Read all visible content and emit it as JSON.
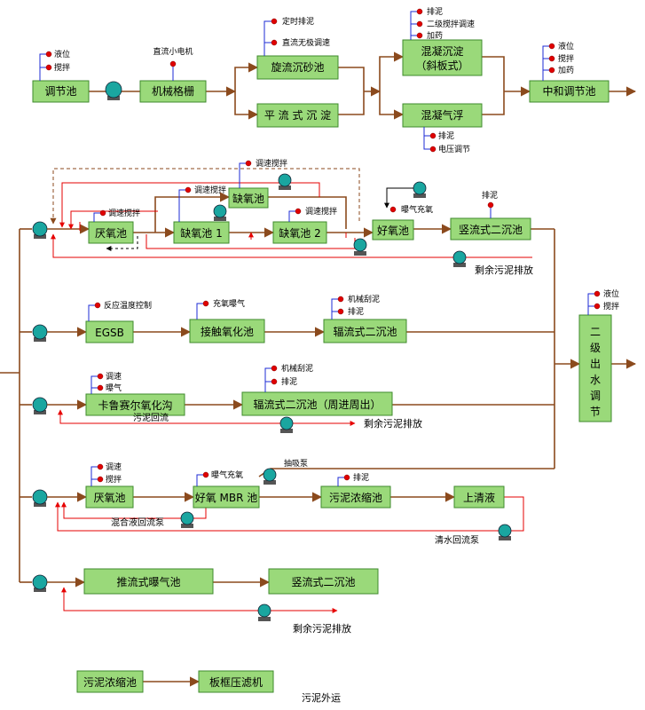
{
  "process": {
    "tiaojiechi": "调节池",
    "jixiegeshan": "机械格栅",
    "xuanliu": "旋流沉砂池",
    "pingliu": "平 流 式 沉 淀",
    "hunning_chendian_1": "混凝沉淀",
    "hunning_chendian_2": "（斜板式）",
    "hunning_qifu": "混凝气浮",
    "zhonghe": "中和调节池",
    "yanyang_1": "厌氧池",
    "queyang_1": "缺氧池 1",
    "queyang_top": "缺氧池",
    "queyang_2": "缺氧池 2",
    "haoyang_1": "好氧池",
    "shuliu_1": "竖流式二沉池",
    "egsb": "EGSB",
    "jiechu": "接触氧化池",
    "fuliu_1": "辐流式二沉池",
    "kalusai": "卡鲁赛尔氧化沟",
    "fuliu_2": "辐流式二沉池（周进周出）",
    "yanyang_2": "厌氧池",
    "mbr": "好氧 MBR 池",
    "wuni_nongsuo_1": "污泥浓缩池",
    "shangqingye": "上清液",
    "erji_1": "二",
    "erji_2": "级",
    "erji_3": "出",
    "erji_4": "水",
    "erji_5": "调",
    "erji_6": "节",
    "tuiliu": "推流式曝气池",
    "shuliu_2": "竖流式二沉池",
    "wuni_nongsuo_2": "污泥浓缩池",
    "banguang": "板框压滤机"
  },
  "labels": {
    "yewei_1": "液位",
    "jiaoban_1": "搅拌",
    "zhiliu_dianji": "直流小电机",
    "dingshi_paini": "定时排泥",
    "zhiliu_wuji": "直流无极调速",
    "paini_1": "排泥",
    "erji_jiaoban": "二级搅拌调速",
    "jiayao_1": "加药",
    "paini_2": "排泥",
    "dianya": "电压调节",
    "yewei_2": "液位",
    "jiaoban_2": "搅拌",
    "jiayao_2": "加药",
    "tiaosu_top": "调速搅拌",
    "tiaosu_q1": "调速搅拌",
    "tiaosu_yy": "调速搅拌",
    "tiaosu_q2": "调速搅拌",
    "baoqi_1": "曝气充氧",
    "paini_3": "排泥",
    "shengyu_1": "剩余污泥排放",
    "fanying": "反应温度控制",
    "chongyang": "充氧曝气",
    "jixie_guani_1": "机械刮泥",
    "paini_4": "排泥",
    "tiaosu_k": "调速",
    "baoqi_k": "曝气",
    "jixie_guani_2": "机械刮泥",
    "paini_5": "排泥",
    "wuni_huiliu": "污泥回流",
    "shengyu_2": "剩余污泥排放",
    "tiaosu_y2": "调速",
    "jiaoban_y2": "搅拌",
    "baoqi_mbr": "曝气充氧",
    "chouxi": "抽吸泵",
    "paini_6": "排泥",
    "hunhe_huiliu": "混合液回流泵",
    "qingshui_huiliu": "清水回流泵",
    "yewei_3": "液位",
    "jiaoban_3": "搅拌",
    "shengyu_3": "剩余污泥排放",
    "wuni_waiyun": "污泥外运"
  },
  "colors": {
    "box_fill": "#9ad97a",
    "flow_line": "#8b4a1d",
    "return_line": "#e60000",
    "signal_line": "#1d2bd6",
    "sensor_dot": "#e00000",
    "pump": "#1aa6a0"
  }
}
